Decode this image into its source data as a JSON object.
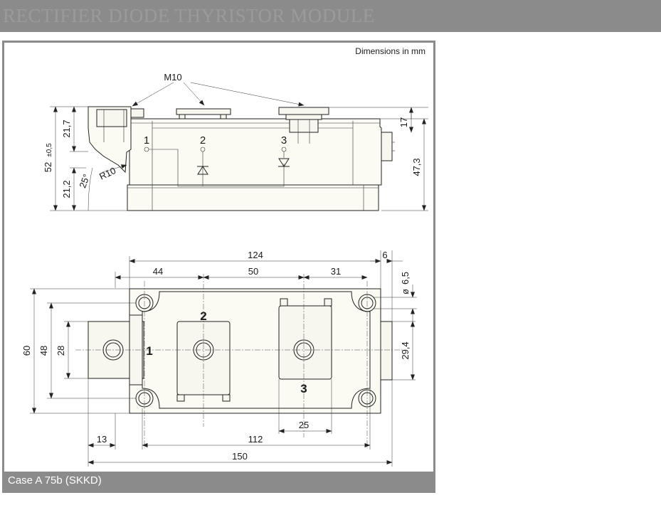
{
  "header": {
    "title": "RECTIFIER DIODE THYRISTOR MODULE"
  },
  "figure": {
    "units_note": "Dimensions in mm",
    "caption": "Case A 75b (SKKD)",
    "side_view": {
      "thread_label": "M10",
      "terminal_labels": [
        "1",
        "2",
        "3"
      ],
      "dim_21_7": "21,7",
      "dim_52": "52",
      "dim_52_tol": "±0,5",
      "dim_21_2": "21,2",
      "dim_25deg": "25°",
      "dim_r10": "R10",
      "dim_17": "17",
      "dim_47_3": "47,3"
    },
    "top_view": {
      "dim_124": "124",
      "dim_6": "6",
      "dim_44": "44",
      "dim_50": "50",
      "dim_31": "31",
      "dim_phi": "ø",
      "dim_6_5": "6,5",
      "dim_60": "60",
      "dim_48": "48",
      "dim_28": "28",
      "dim_29_4": "29,4",
      "dim_13": "13",
      "dim_112": "112",
      "dim_25": "25",
      "dim_150": "150",
      "terminal_labels": [
        "1",
        "2",
        "3"
      ]
    }
  }
}
